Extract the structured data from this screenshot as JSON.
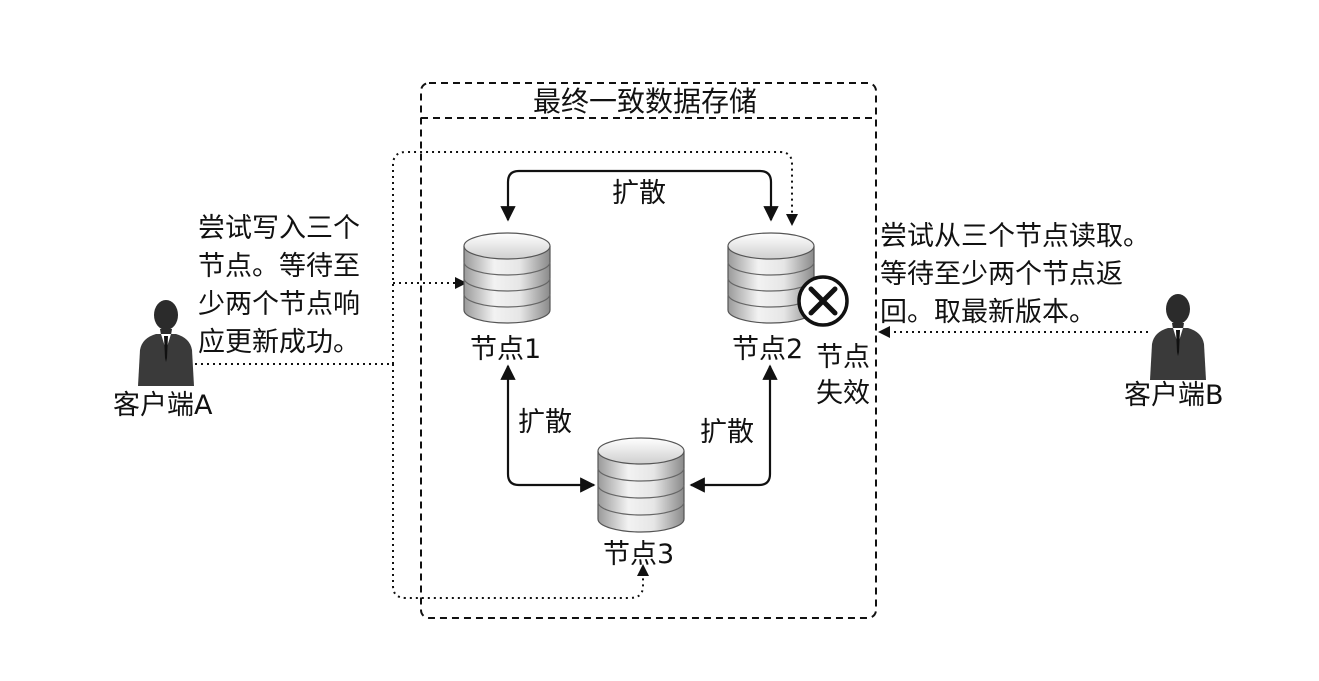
{
  "store": {
    "title": "最终一致数据存储"
  },
  "nodes": [
    {
      "id": "node1",
      "label": "节点1"
    },
    {
      "id": "node2",
      "label": "节点2"
    },
    {
      "id": "node3",
      "label": "节点3"
    }
  ],
  "gossip": {
    "top": "扩散",
    "left": "扩散",
    "right": "扩散"
  },
  "failure": {
    "label_line1": "节点",
    "label_line2": "失效",
    "icon": "fail-x-icon"
  },
  "client_a": {
    "name": "客户端A",
    "desc_lines": [
      "尝试写入三个",
      "节点。等待至",
      "少两个节点响",
      "应更新成功。"
    ]
  },
  "client_b": {
    "name": "客户端B",
    "desc_lines": [
      "尝试从三个节点读取。",
      "等待至少两个节点返",
      "回。取最新版本。"
    ]
  },
  "colors": {
    "line": "#111111",
    "db_light": "#f0f0f0",
    "db_dark": "#8a8a8a",
    "person": "#2b2b2b",
    "fail_ring": "#111111"
  }
}
